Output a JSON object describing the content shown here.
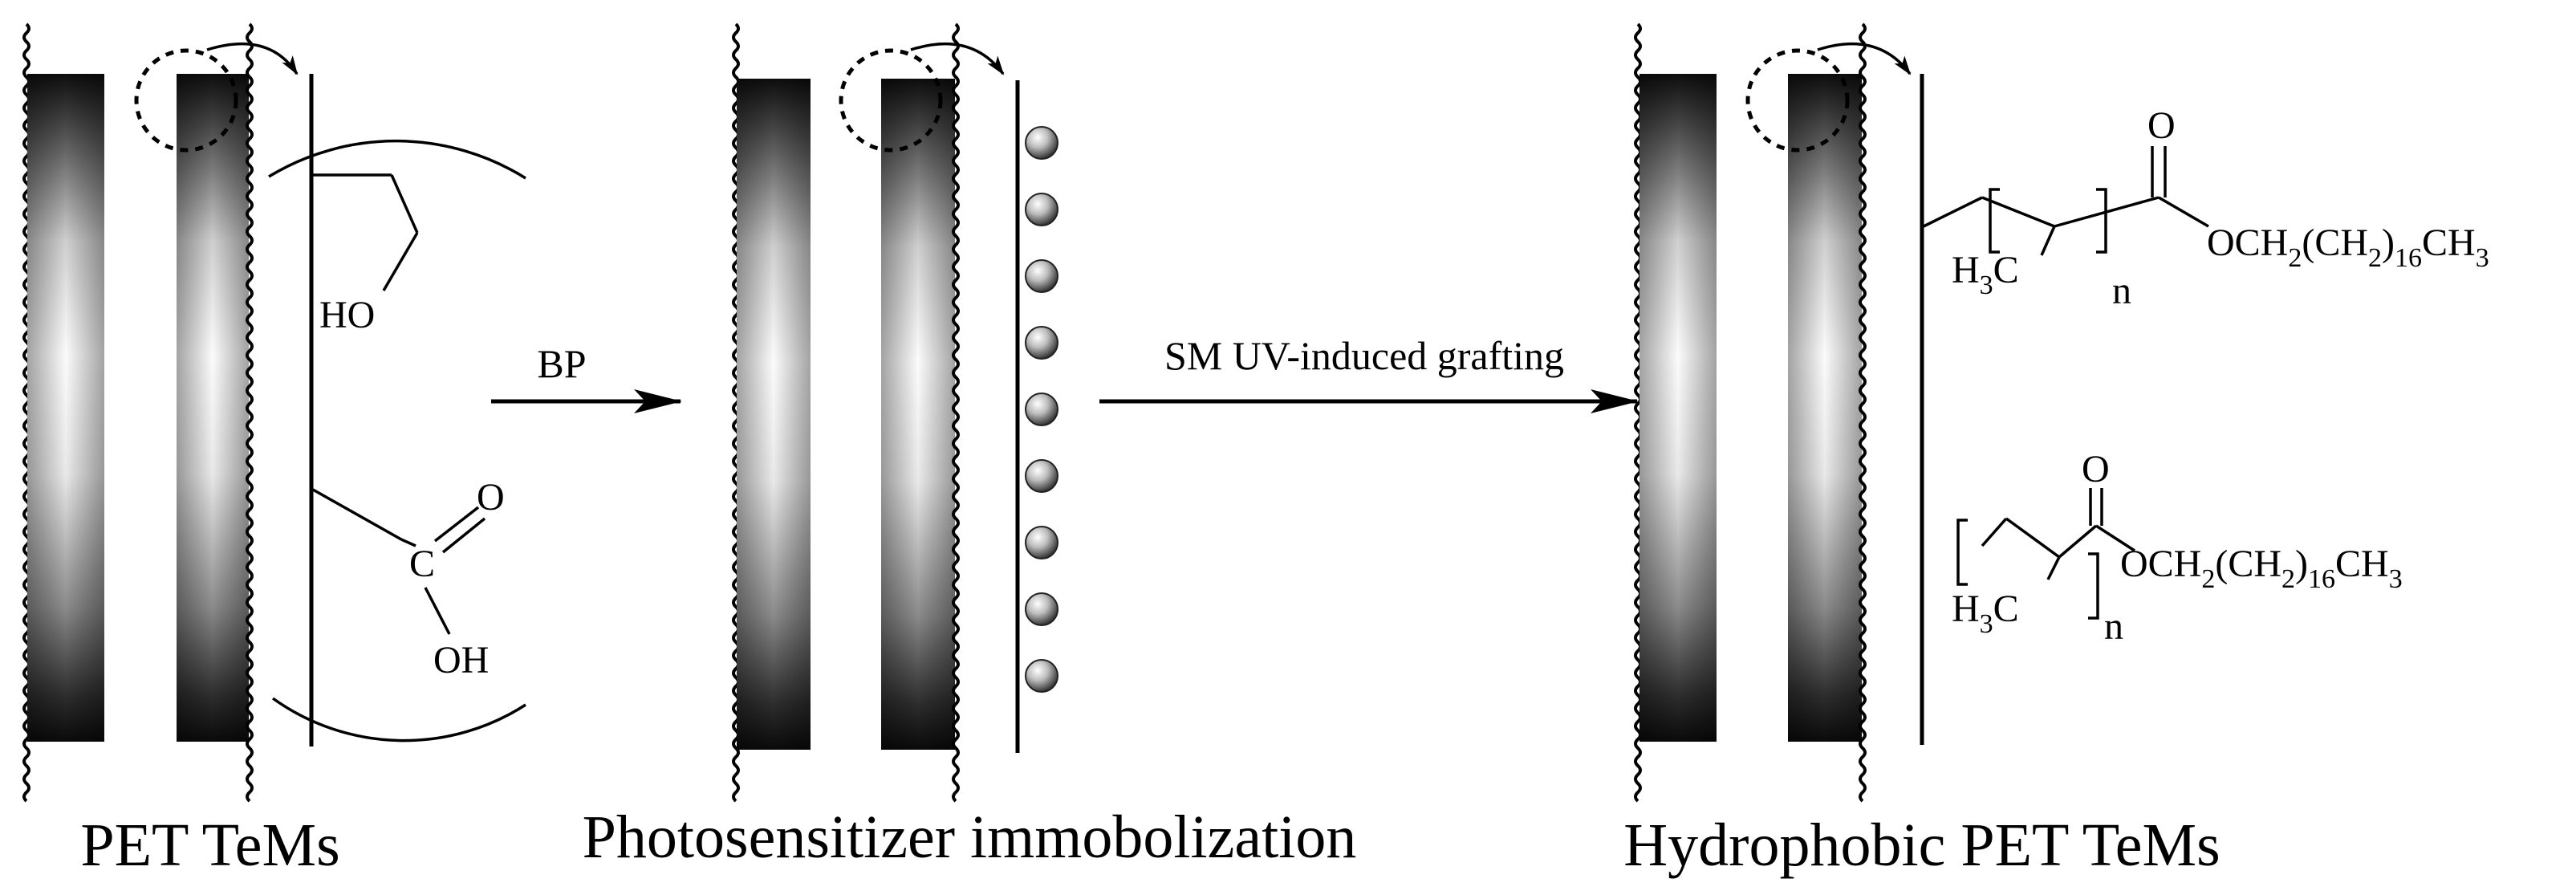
{
  "captions": {
    "pet_tems": "PET TeMs",
    "photosensitizer": "Photosensitizer immobolization",
    "hydrophobic": "Hydrophobic PET TeMs"
  },
  "arrows": {
    "bp_label": "BP",
    "grafting_label": "SM UV-induced grafting"
  },
  "panel1_groups": {
    "hydroxyl": "HO",
    "carbonyl_o": "O",
    "carbon": "C",
    "acid_oh": "OH"
  },
  "panel3_chains": {
    "carbonyl_o": "O",
    "ester_main": "OCH",
    "sub2": "2",
    "paren_open": "(CH",
    "paren_close": ")",
    "sub16": "16",
    "ch3_end": "CH",
    "sub3": "3",
    "methyl_h": "H",
    "methyl_c": "C",
    "repeat_n": "n"
  },
  "colors": {
    "fiber_edge": "#0d0d0d",
    "fiber_center": "#fbfbfb",
    "ink": "#000000"
  }
}
